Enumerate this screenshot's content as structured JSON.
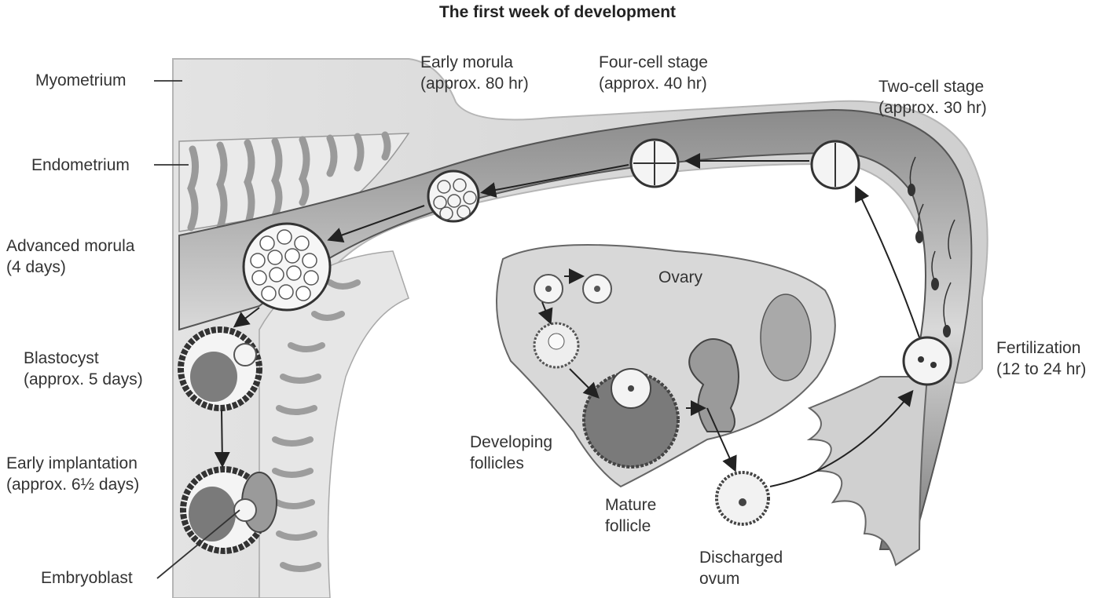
{
  "title": "The first week of development",
  "colors": {
    "tissue_light": "#dcdcdc",
    "tissue_mid": "#c4c4c4",
    "tube_dark": "#6e6e6e",
    "ovary": "#d8d8d8",
    "cell_fill": "#f7f7f7",
    "outline": "#3a3a3a"
  },
  "labels": {
    "myometrium": "Myometrium",
    "endometrium": "Endometrium",
    "advanced_morula": {
      "name": "Advanced morula",
      "time": "(4 days)"
    },
    "blastocyst": {
      "name": "Blastocyst",
      "time": "(approx. 5 days)"
    },
    "early_implantation": {
      "name": "Early implantation",
      "time": "(approx. 6½ days)"
    },
    "embryoblast": "Embryoblast",
    "early_morula": {
      "name": "Early morula",
      "time": "(approx. 80 hr)"
    },
    "four_cell": {
      "name": "Four-cell stage",
      "time": "(approx. 40 hr)"
    },
    "two_cell": {
      "name": "Two-cell stage",
      "time": "(approx. 30 hr)"
    },
    "fertilization": {
      "name": "Fertilization",
      "time": "(12 to 24 hr)"
    },
    "ovary": "Ovary",
    "developing_follicles": {
      "line1": "Developing",
      "line2": "follicles"
    },
    "mature_follicle": {
      "line1": "Mature",
      "line2": "follicle"
    },
    "discharged_ovum": {
      "line1": "Discharged",
      "line2": "ovum"
    }
  }
}
